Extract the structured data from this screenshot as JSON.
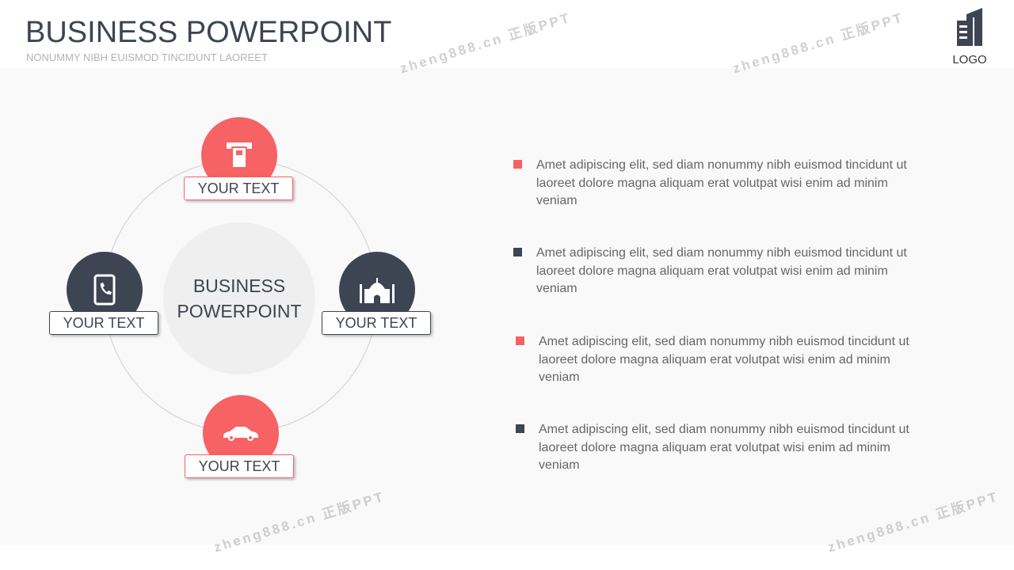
{
  "header": {
    "title": "BUSINESS POWERPOINT",
    "subtitle": "NONUMMY NIBH EUISMOD TINCIDUNT LAOREET",
    "logo": "LOGO"
  },
  "diagram": {
    "center_line1": "BUSINESS",
    "center_line2": "POWERPOINT",
    "nodes": [
      {
        "label": "YOUR TEXT",
        "icon": "atm-card-icon"
      },
      {
        "label": "YOUR TEXT",
        "icon": "phone-icon"
      },
      {
        "label": "YOUR TEXT",
        "icon": "mosque-icon"
      },
      {
        "label": "YOUR TEXT",
        "icon": "taxi-icon"
      }
    ]
  },
  "bullets": [
    {
      "text": "Amet adipiscing elit, sed diam nonummy nibh euismod tincidunt ut laoreet dolore magna aliquam erat volutpat wisi enim ad minim veniam",
      "color": "#f76264"
    },
    {
      "text": "Amet adipiscing elit, sed diam nonummy nibh euismod tincidunt ut laoreet dolore magna aliquam erat volutpat wisi enim ad minim veniam",
      "color": "#3d4452"
    },
    {
      "text": "Amet adipiscing elit, sed diam nonummy nibh euismod tincidunt ut laoreet dolore magna aliquam erat volutpat wisi enim ad minim veniam",
      "color": "#f76264"
    },
    {
      "text": "Amet adipiscing elit, sed diam nonummy nibh euismod tincidunt ut laoreet dolore magna aliquam erat volutpat wisi enim ad minim veniam",
      "color": "#3d4452"
    }
  ],
  "watermark": "zheng888.cn 正版PPT"
}
